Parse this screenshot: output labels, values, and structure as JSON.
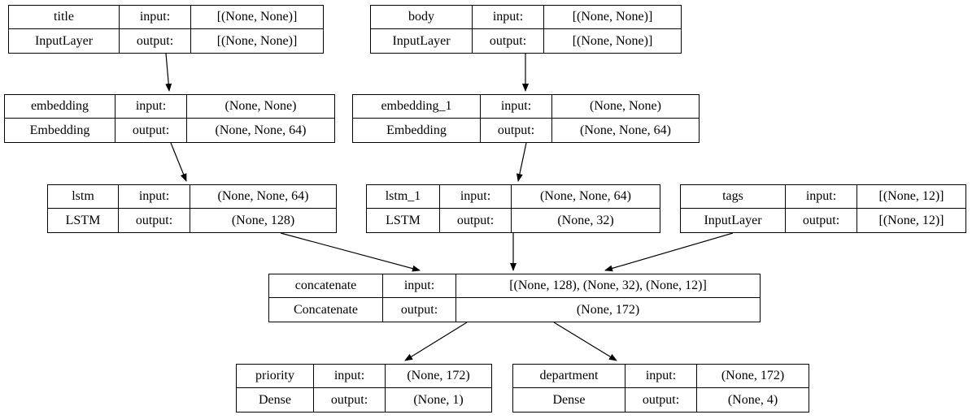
{
  "diagram": {
    "labels": {
      "input": "input:",
      "output": "output:"
    },
    "nodes": [
      {
        "name": "title",
        "type": "InputLayer",
        "input": "[(None, None)]",
        "output": "[(None, None)]"
      },
      {
        "name": "body",
        "type": "InputLayer",
        "input": "[(None, None)]",
        "output": "[(None, None)]"
      },
      {
        "name": "embedding",
        "type": "Embedding",
        "input": "(None, None)",
        "output": "(None, None, 64)"
      },
      {
        "name": "embedding_1",
        "type": "Embedding",
        "input": "(None, None)",
        "output": "(None, None, 64)"
      },
      {
        "name": "lstm",
        "type": "LSTM",
        "input": "(None, None, 64)",
        "output": "(None, 128)"
      },
      {
        "name": "lstm_1",
        "type": "LSTM",
        "input": "(None, None, 64)",
        "output": "(None, 32)"
      },
      {
        "name": "tags",
        "type": "InputLayer",
        "input": "[(None, 12)]",
        "output": "[(None, 12)]"
      },
      {
        "name": "concatenate",
        "type": "Concatenate",
        "input": "[(None, 128), (None, 32), (None, 12)]",
        "output": "(None, 172)"
      },
      {
        "name": "priority",
        "type": "Dense",
        "input": "(None, 172)",
        "output": "(None, 1)"
      },
      {
        "name": "department",
        "type": "Dense",
        "input": "(None, 172)",
        "output": "(None, 4)"
      }
    ],
    "edges": [
      {
        "from": "title",
        "to": "embedding"
      },
      {
        "from": "body",
        "to": "embedding_1"
      },
      {
        "from": "embedding",
        "to": "lstm"
      },
      {
        "from": "embedding_1",
        "to": "lstm_1"
      },
      {
        "from": "lstm",
        "to": "concatenate"
      },
      {
        "from": "lstm_1",
        "to": "concatenate"
      },
      {
        "from": "tags",
        "to": "concatenate"
      },
      {
        "from": "concatenate",
        "to": "priority"
      },
      {
        "from": "concatenate",
        "to": "department"
      }
    ]
  }
}
